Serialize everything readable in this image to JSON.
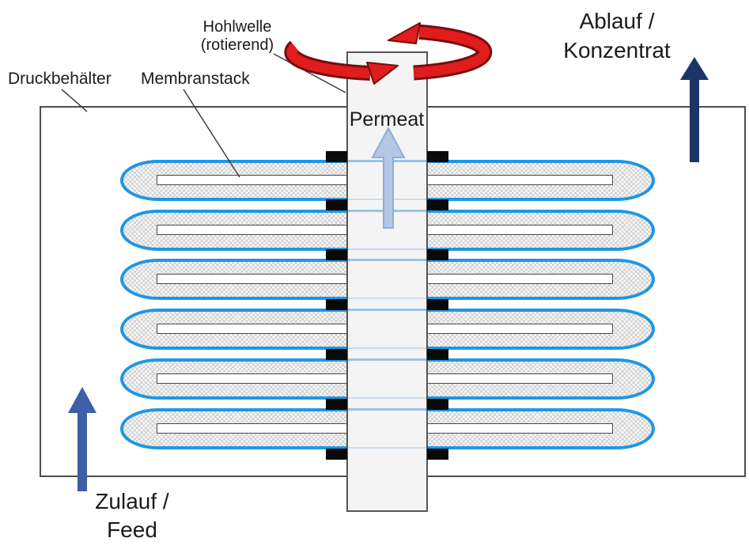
{
  "diagram": {
    "title": "Rotating disk membrane module schematic",
    "membrane_disk_count": 6,
    "clamp_count": 7
  },
  "labels": {
    "druckbehaelter": "Druckbehälter",
    "membranstack": "Membranstack",
    "hohlwelle_line1": "Hohlwelle",
    "hohlwelle_line2": "(rotierend)",
    "permeat": "Permeat",
    "ablauf_line1": "Ablauf /",
    "ablauf_line2": "Konzentrat",
    "zulauf_line1": "Zulauf /",
    "zulauf_line2": "Feed"
  },
  "colors": {
    "disk_outline": "#1E97E4",
    "crosshatch_line": "#cccccc",
    "shaft_fill": "#f4f4f4",
    "shaft_cross_line": "#9cc2e5",
    "clamp": "#0a0a0a",
    "vessel_border": "#4d4d4d",
    "leader_line": "#404040",
    "rotation_arrow": "#e01c1c",
    "rotation_arrow_outline": "#7a0c0c",
    "permeat_arrow_fill": "#b4c7e7",
    "permeat_arrow_stroke": "#8fafd4",
    "feed_arrow": "#3d5ea8",
    "concentrate_arrow": "#1b3665"
  }
}
